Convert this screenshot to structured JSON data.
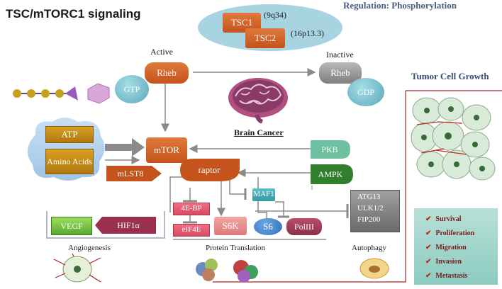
{
  "title": "TSC/mTORC1 signaling",
  "regulation": "Regulation: Phosphorylation",
  "tsc1": {
    "label": "TSC1",
    "locus": "(9q34)"
  },
  "tsc2": {
    "label": "TSC2",
    "locus": "(16p13.3)"
  },
  "active_label": "Active",
  "inactive_label": "Inactive",
  "rheb_active": "Rheb",
  "gtp": "GTP",
  "rheb_inactive": "Rheb",
  "gdp": "GDP",
  "brain_cancer": "Brain Cancer",
  "tumor_growth": "Tumor Cell Growth",
  "atp": "ATP",
  "amino_acids": "Amino Acids",
  "mtor": "mTOR",
  "mlst8": "mLST8",
  "raptor": "raptor",
  "pkb": "PKB",
  "ampk": "AMPK",
  "maf1": "MAF1",
  "ebp": "4E-BP",
  "eif4e": "eIF4E",
  "s6k": "S6K",
  "s6": "S6",
  "poliii": "PolIII",
  "atg": [
    "ATG13",
    "ULK1/2",
    "FIP200"
  ],
  "vegf": "VEGF",
  "hif": "HIF1α",
  "angiogenesis": "Angiogenesis",
  "protein_translation": "Protein Translation",
  "autophagy": "Autophagy",
  "outcomes": [
    "Survival",
    "Proliferation",
    "Migration",
    "Invasion",
    "Metastasis"
  ],
  "colors": {
    "orange": "#d2622a",
    "green": "#3a8f36",
    "gold": "#c48a14",
    "pink": "#e05a70",
    "teal": "#45aab4",
    "red_frame": "#b02020"
  }
}
